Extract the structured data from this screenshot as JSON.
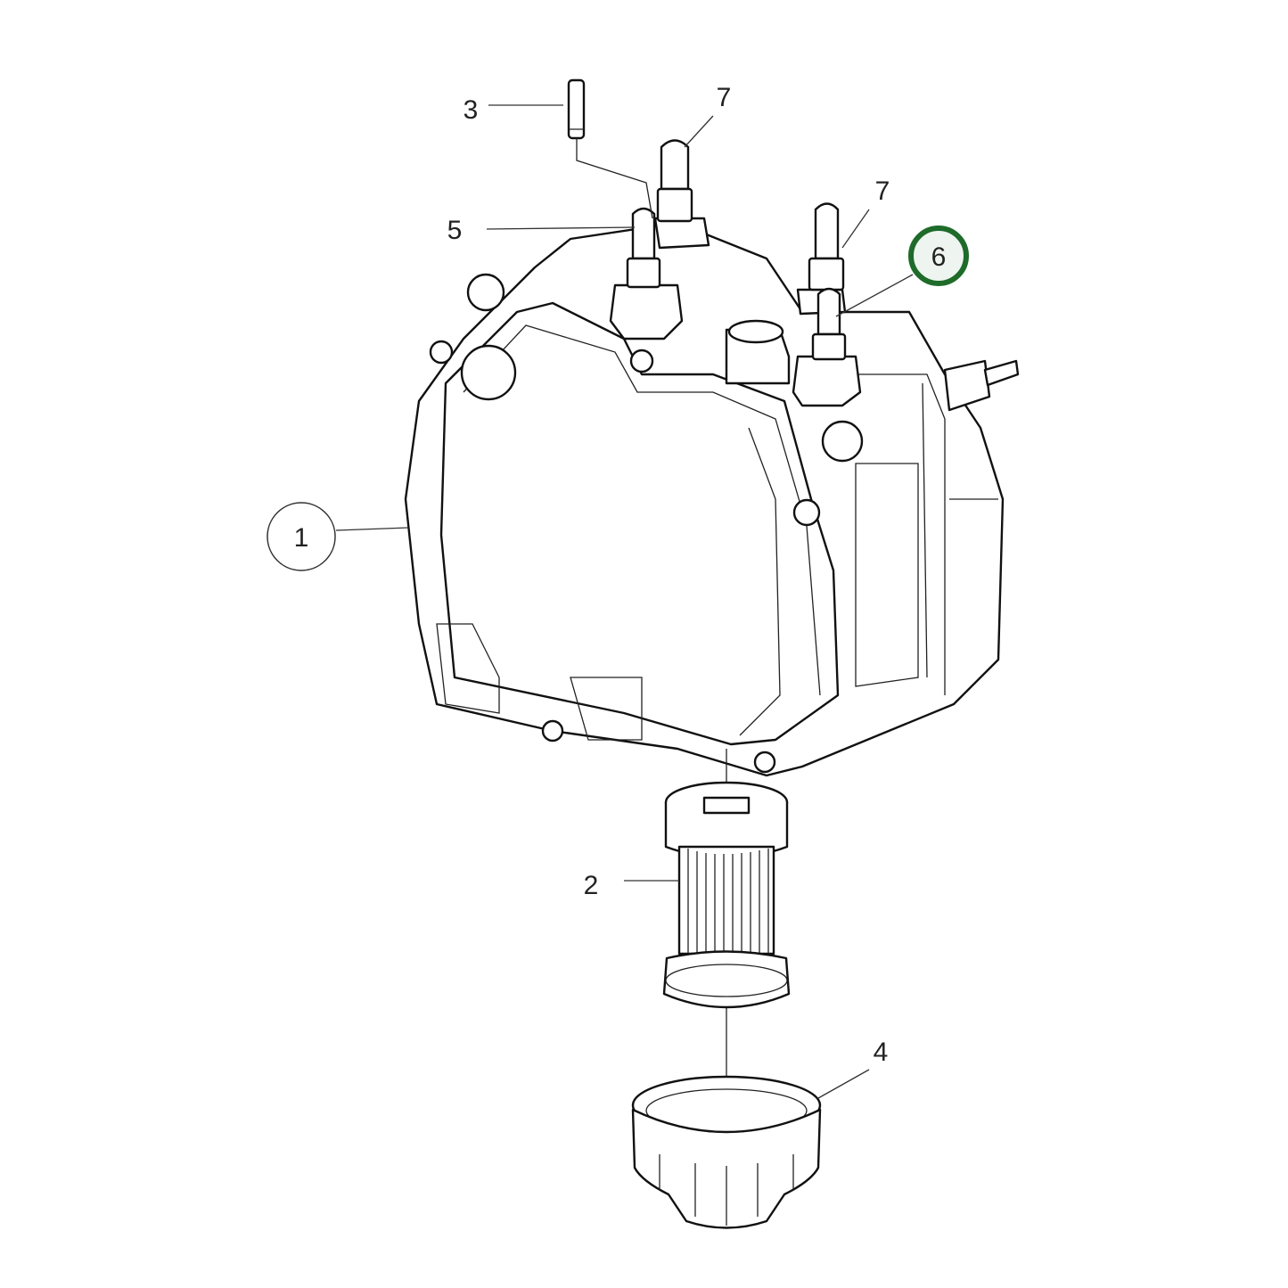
{
  "diagram": {
    "callouts": [
      {
        "id": "1",
        "label": "1",
        "style": "circled"
      },
      {
        "id": "2",
        "label": "2",
        "style": "plain"
      },
      {
        "id": "3",
        "label": "3",
        "style": "plain"
      },
      {
        "id": "4",
        "label": "4",
        "style": "plain"
      },
      {
        "id": "5",
        "label": "5",
        "style": "plain"
      },
      {
        "id": "6",
        "label": "6",
        "style": "circled-highlighted"
      },
      {
        "id": "7a",
        "label": "7",
        "style": "plain"
      },
      {
        "id": "7b",
        "label": "7",
        "style": "plain"
      }
    ],
    "colors": {
      "highlight_ring": "#1e6b2a",
      "highlight_fill": "#eef4ef",
      "line": "#111111"
    }
  }
}
